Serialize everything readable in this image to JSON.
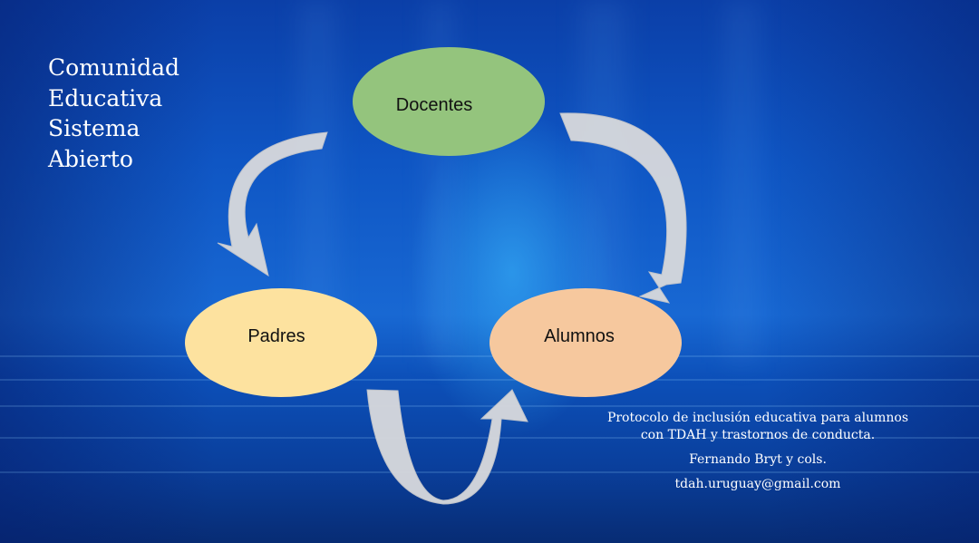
{
  "title": {
    "lines": [
      "Comunidad",
      "Educativa",
      "Sistema",
      "Abierto"
    ]
  },
  "nodes": {
    "docentes": "Docentes",
    "padres": "Padres",
    "alumnos": "Alumnos"
  },
  "credits": {
    "protocol_line1": "Protocolo de inclusión educativa para alumnos",
    "protocol_line2": "con TDAH y  trastornos de conducta.",
    "authors": "Fernando Bryt y cols.",
    "email": "tdah.uruguay@gmail.com"
  },
  "colors": {
    "docentes": "#94c47d",
    "padres": "#fde29f",
    "alumnos": "#f6c89e",
    "arrow": "#d6d8dc"
  }
}
